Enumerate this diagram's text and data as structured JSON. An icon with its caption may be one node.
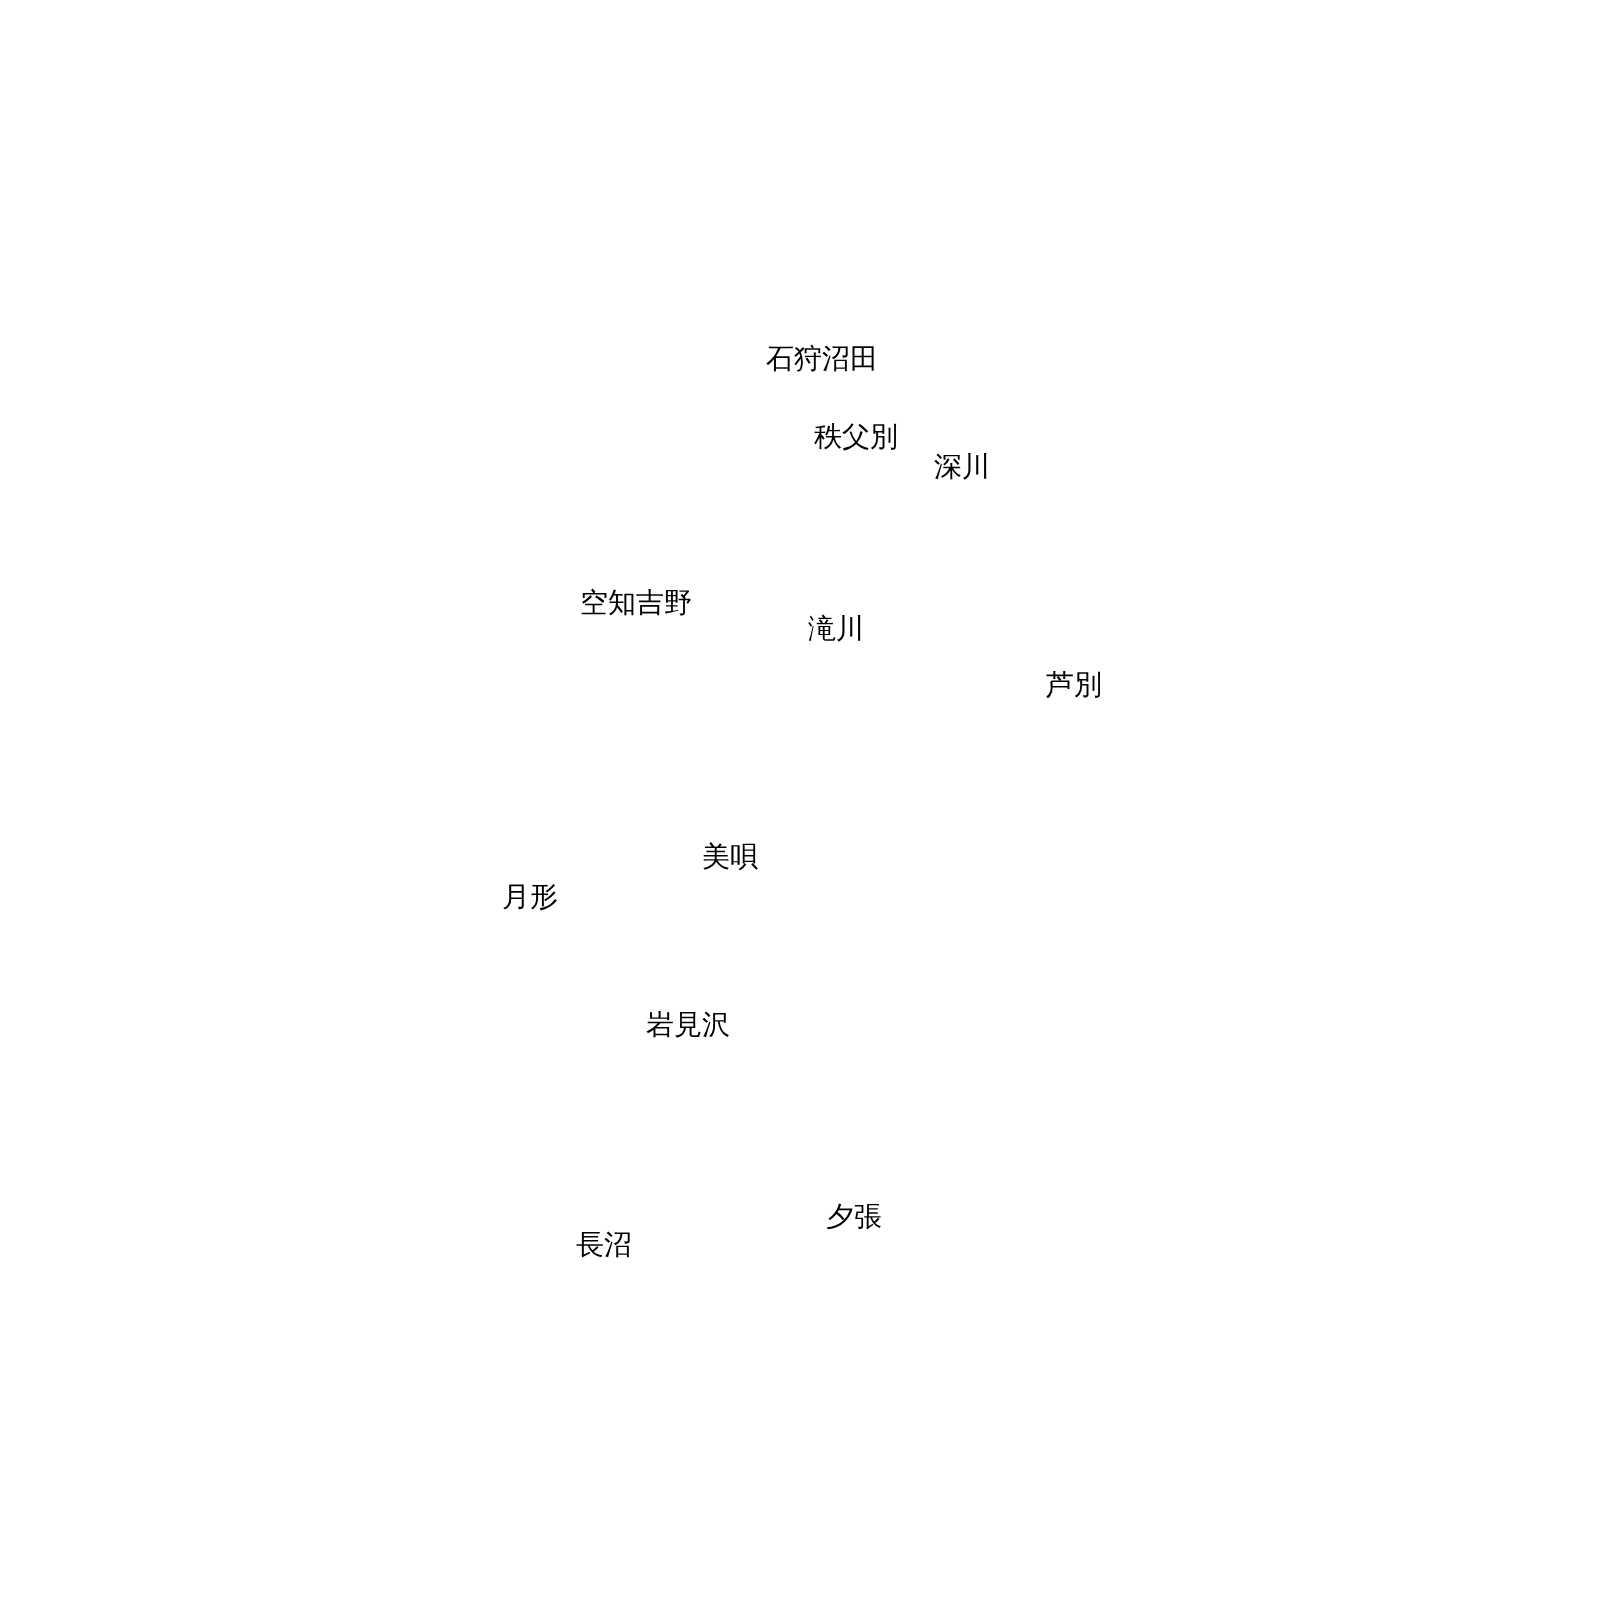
{
  "diagram": {
    "labels": [
      "石狩沼田",
      "秩父別",
      "深川",
      "空知吉野",
      "滝川",
      "芦別",
      "美唄",
      "月形",
      "岩見沢",
      "夕張",
      "長沼"
    ]
  }
}
